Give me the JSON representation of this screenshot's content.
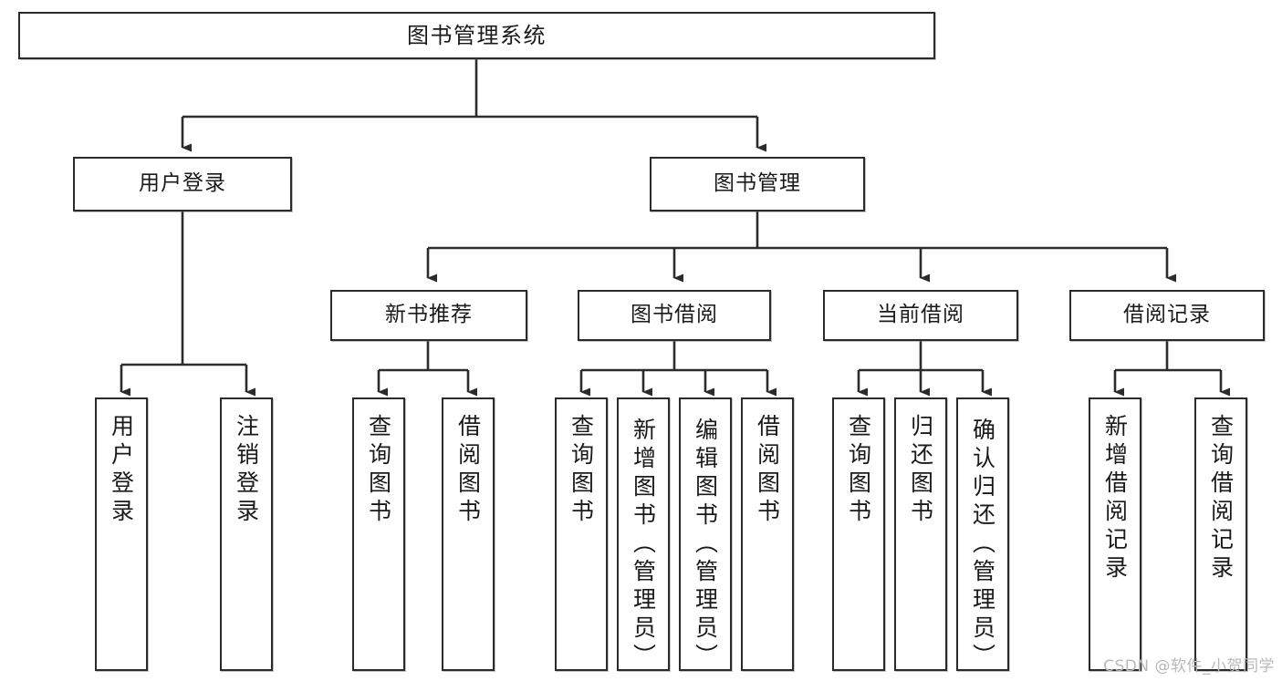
{
  "diagram": {
    "type": "tree",
    "title": "图书管理系统",
    "orientation": "top-down",
    "line_color": "#2b2b2b",
    "box_fill": "#ffffff",
    "text_color": "#1a1a1a",
    "root": {
      "label": "图书管理系统"
    },
    "level2": [
      {
        "label": "用户登录"
      },
      {
        "label": "图书管理"
      }
    ],
    "level3": [
      {
        "label": "新书推荐"
      },
      {
        "label": "图书借阅"
      },
      {
        "label": "当前借阅"
      },
      {
        "label": "借阅记录"
      }
    ],
    "leaves": {
      "用户登录": [
        {
          "label": "用户登录"
        },
        {
          "label": "注销登录"
        }
      ],
      "新书推荐": [
        {
          "label": "查询图书"
        },
        {
          "label": "借阅图书"
        }
      ],
      "图书借阅": [
        {
          "label": "查询图书"
        },
        {
          "label": "新增图书（管理员）"
        },
        {
          "label": "编辑图书（管理员）"
        },
        {
          "label": "借阅图书"
        }
      ],
      "当前借阅": [
        {
          "label": "查询图书"
        },
        {
          "label": "归还图书"
        },
        {
          "label": "确认归还（管理员）"
        }
      ],
      "借阅记录": [
        {
          "label": "新增借阅记录"
        },
        {
          "label": "查询借阅记录"
        }
      ]
    }
  },
  "watermark": {
    "text": "CSDN @软件_小贺同学"
  }
}
